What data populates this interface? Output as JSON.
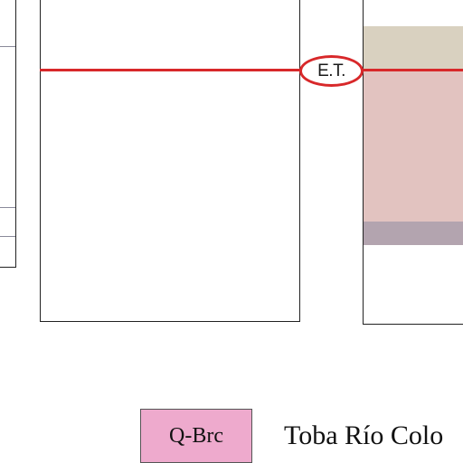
{
  "markers": {
    "et_label": "E.T."
  },
  "legend": {
    "code": "Q-Brc",
    "description": "Toba Río Colo",
    "swatch_color": "#eeaacd"
  },
  "colors": {
    "et_line": "#d8282a",
    "layer_top": "#d9d1c0",
    "layer_middle": "#e2c3c0",
    "layer_bottom": "#b3a4af"
  }
}
